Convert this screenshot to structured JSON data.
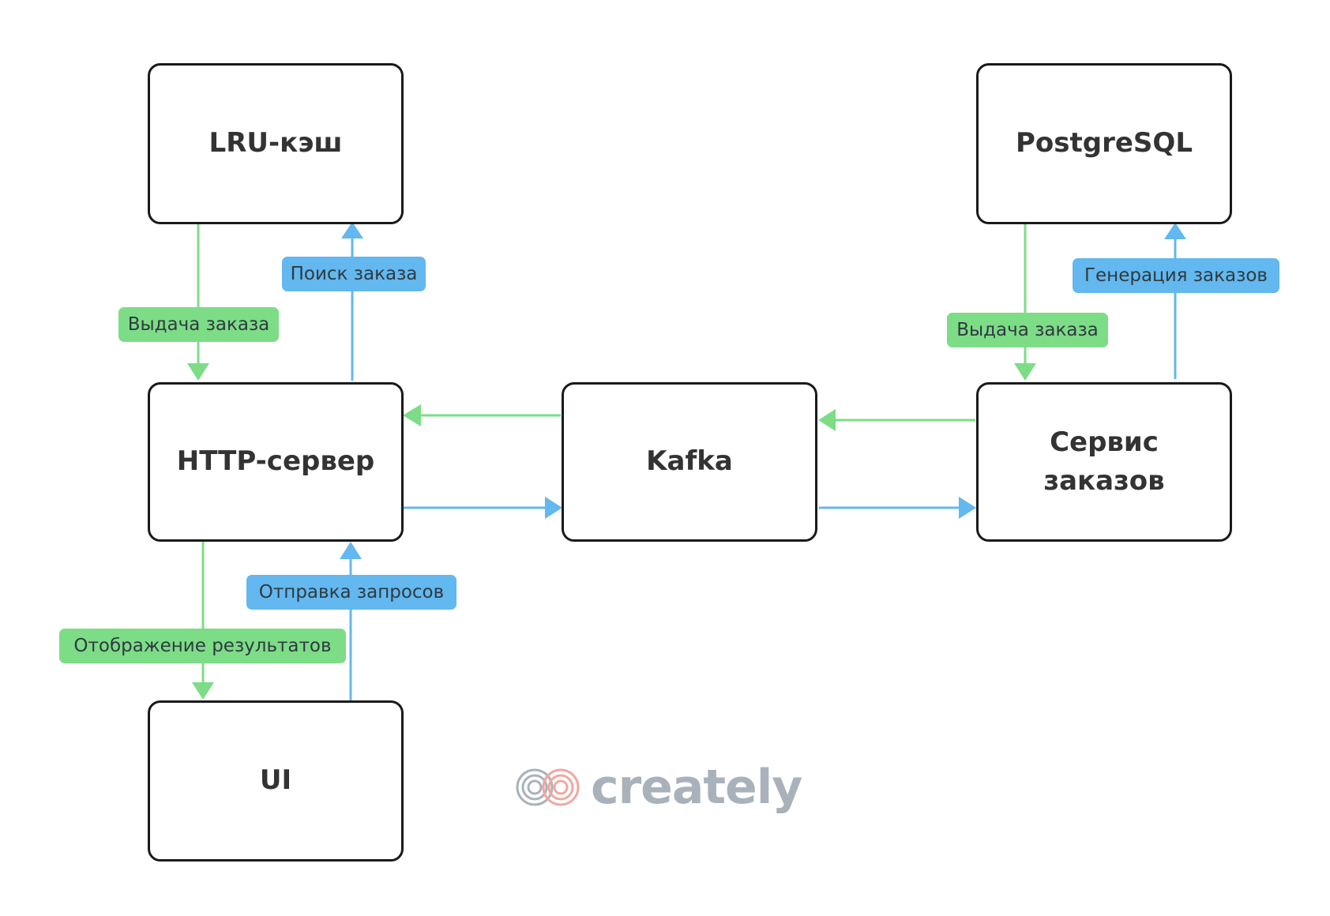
{
  "colors": {
    "green": "#7ddc86",
    "blue": "#62b8ef",
    "node_border": "#1a1a1a",
    "node_text": "#333333",
    "watermark": "#a9b2ba"
  },
  "nodes": {
    "lru_cache": "LRU-кэш",
    "postgresql": "PostgreSQL",
    "http_server": "HTTP-сервер",
    "kafka": "Kafka",
    "order_service": "Сервис\nзаказов",
    "ui": "UI"
  },
  "edges": {
    "cache_to_http": "Выдача заказа",
    "http_to_cache": "Поиск заказа",
    "pg_to_service": "Выдача заказа",
    "service_to_pg": "Генерация заказов",
    "http_to_ui": "Отображение результатов",
    "ui_to_http": "Отправка запросов"
  },
  "watermark": {
    "text": "creately",
    "icon": "creately-logo-icon"
  }
}
